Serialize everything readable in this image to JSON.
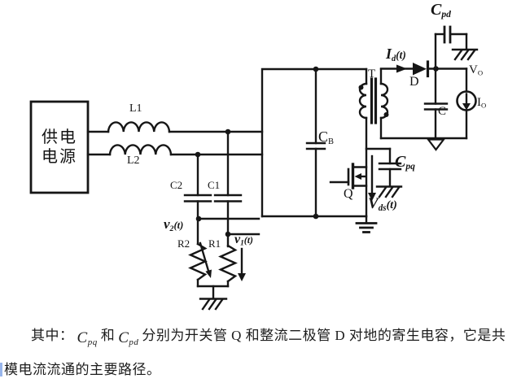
{
  "figure": {
    "supply": {
      "line1": "供电",
      "line2": "电源"
    },
    "labels": {
      "l1": "L1",
      "l2": "L2",
      "c2": "C2",
      "c1": "C1",
      "r2": "R2",
      "r1": "R1",
      "t": "T",
      "q": "Q",
      "d": "D",
      "c_out": "C",
      "cb": {
        "main": "C",
        "sub": "B"
      },
      "cpq": {
        "main": "C",
        "sub": "pq"
      },
      "cpd": {
        "main": "C",
        "sub": "pd"
      },
      "vo": {
        "main": "V",
        "sub": "O"
      },
      "io": {
        "main": "I",
        "sub": "O"
      },
      "v2": {
        "main": "ν",
        "sub": "2",
        "post": "(t)"
      },
      "v1": {
        "main": "ν",
        "sub": "1",
        "post": "(t)"
      },
      "vds": {
        "main": "V",
        "sub": "ds",
        "post": "(t)"
      },
      "id": {
        "main": "I",
        "sub": "d",
        "post": "(t)"
      }
    }
  },
  "caption": {
    "intro": "其中：",
    "cpq": {
      "main": "C",
      "sub": "pq"
    },
    "and": "和",
    "cpd": {
      "main": "C",
      "sub": "pd"
    },
    "rest": "分别为开关管 Q 和整流二极管 D 对地的寄生电容，它是共",
    "line2": "模电流流通的主要路径。"
  },
  "colors": {
    "ink": "#161616",
    "background": "#ffffff"
  }
}
